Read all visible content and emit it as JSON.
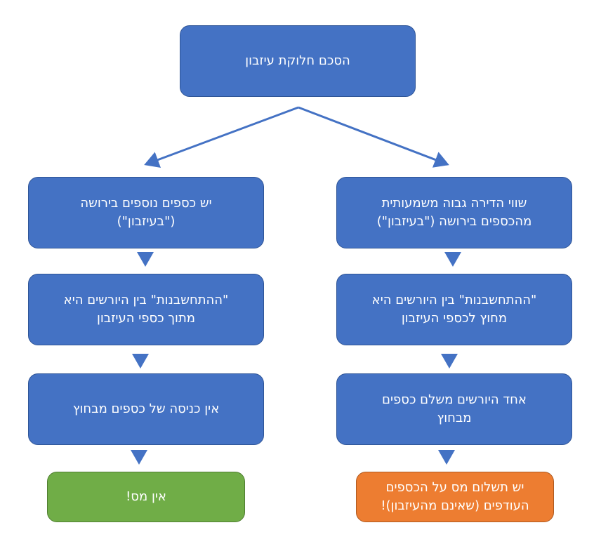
{
  "colors": {
    "node_fill": "#4472C4",
    "node_border": "#2F5597",
    "connector": "#4472C4",
    "outcome_no_tax": "#70AD47",
    "outcome_tax": "#ED7D31"
  },
  "diagram": {
    "root": {
      "text": "הסכם חלוקת עיזבון"
    },
    "left_branch": {
      "step1": "יש כספים נוספים בירושה\n(\"בעיזבון\")",
      "step2": "\"ההתחשבנות\" בין היורשים היא\nמתוך כספי העיזבון",
      "step3": "אין כניסה של כספים מבחוץ",
      "outcome": "אין מס!"
    },
    "right_branch": {
      "step1": "שווי הדירה גבוה משמעותית\nמהכספים בירושה (\"בעיזבון\")",
      "step2": "\"ההתחשבנות\" בין היורשים היא\nמחוץ לכספי העיזבון",
      "step3": "אחד היורשים משלם כספים\nמבחוץ",
      "outcome": "יש תשלום מס על הכספים\nהעודפים (שאינם מהעיזבון)!"
    }
  }
}
